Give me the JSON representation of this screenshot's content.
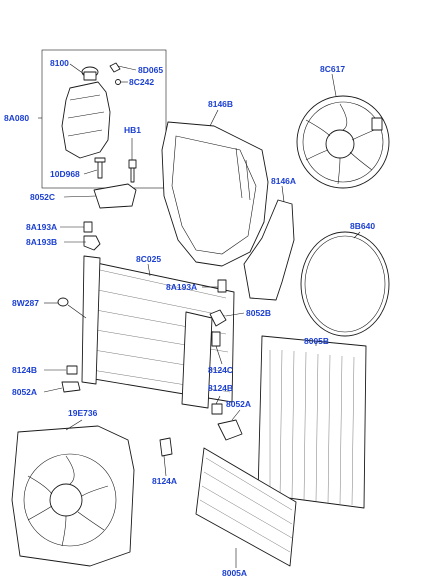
{
  "callouts": {
    "c8100": "8100",
    "c8D065": "8D065",
    "c8C242": "8C242",
    "c8A080": "8A080",
    "c10D968": "10D968",
    "cHB1": "HB1",
    "c8052C": "8052C",
    "c8A193A_l": "8A193A",
    "c8A193B_l": "8A193B",
    "c8146B": "8146B",
    "c8C617": "8C617",
    "c8146A": "8146A",
    "c8B640": "8B640",
    "c8C025": "8C025",
    "c8A193A_r": "8A193A",
    "c8052B": "8052B",
    "c8W287": "8W287",
    "c8005B": "8005B",
    "c8124C": "8124C",
    "c8124B_l": "8124B",
    "c8052A_l": "8052A",
    "c8124B_r": "8124B",
    "c8052A_r": "8052A",
    "c19E736": "19E736",
    "c8124A": "8124A",
    "c8005A": "8005A"
  },
  "colors": {
    "callout": "#1b3fd1",
    "line": "#1a1a1a"
  }
}
